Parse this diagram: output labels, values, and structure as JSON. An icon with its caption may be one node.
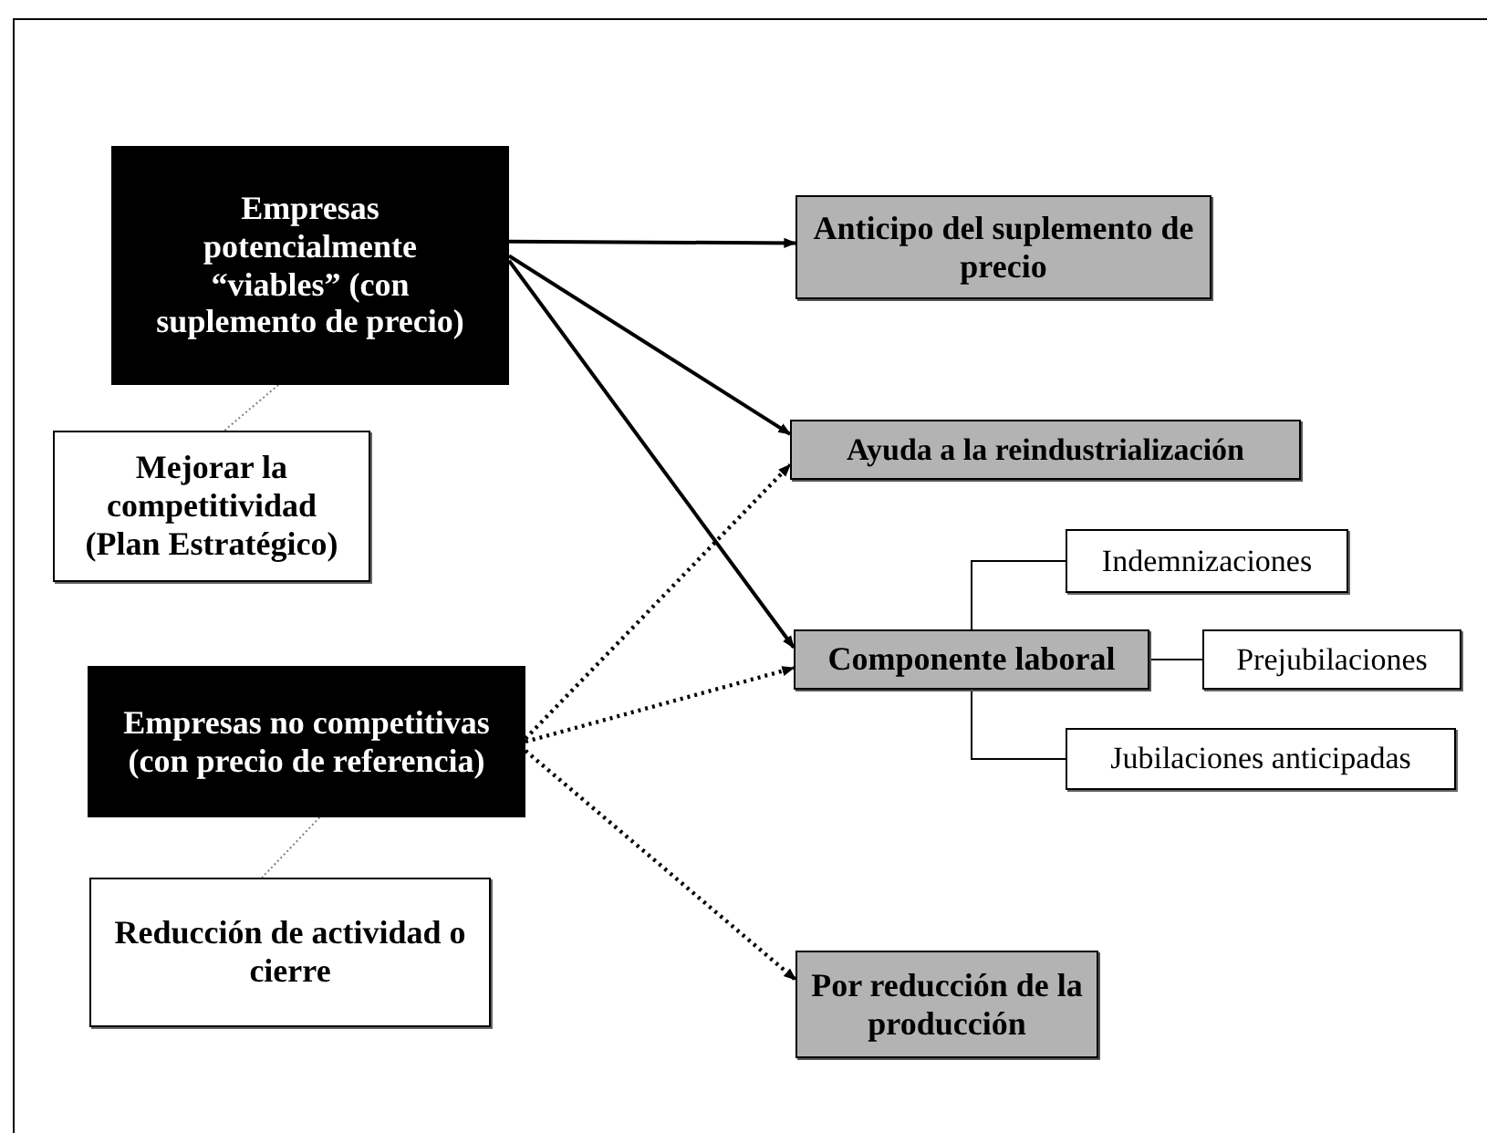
{
  "diagram": {
    "nodes": [
      {
        "text": [
          "Empresas potencialmente “viables” (con suplemento de precio)"
        ]
      },
      {
        "text": [
          "Mejorar la competitividad (Plan Estratégico)"
        ]
      },
      {
        "text": [
          "Empresas no competitivas (con precio de referencia)"
        ]
      },
      {
        "text": [
          "Reducción de actividad o cierre"
        ]
      },
      {
        "text": [
          "Anticipo del suplemento de precio"
        ]
      },
      {
        "text": [
          "Ayuda a la reindustrialización"
        ]
      },
      {
        "text": [
          "Componente laboral"
        ]
      },
      {
        "text": [
          "Indemnizaciones"
        ]
      },
      {
        "text": [
          "Prejubilaciones"
        ]
      },
      {
        "text": [
          "Jubilaciones anticipadas"
        ]
      },
      {
        "text": [
          "Por reducción de la producción"
        ]
      }
    ],
    "edges": [
      {
        "from": 0,
        "to": 4,
        "arrow": "to"
      },
      {
        "from": 0,
        "to": 5,
        "arrow": "to"
      },
      {
        "from": 0,
        "to": 6,
        "arrow": "to"
      },
      {
        "from": 2,
        "to": 5,
        "arrow": "to",
        "style": "dashed"
      },
      {
        "from": 2,
        "to": 6,
        "arrow": "to",
        "style": "dashed"
      },
      {
        "from": 2,
        "to": 10,
        "arrow": "to",
        "style": "dashed"
      },
      {
        "from": 0,
        "to": 1,
        "arrow": "none",
        "style": "dashed",
        "color": "#808080"
      },
      {
        "from": 2,
        "to": 3,
        "arrow": "none",
        "style": "dashed",
        "color": "#808080"
      },
      {
        "from": 6,
        "to": 7,
        "arrow": "none"
      },
      {
        "from": 6,
        "to": 8,
        "arrow": "none"
      },
      {
        "from": 6,
        "to": 9,
        "arrow": "none"
      }
    ]
  }
}
